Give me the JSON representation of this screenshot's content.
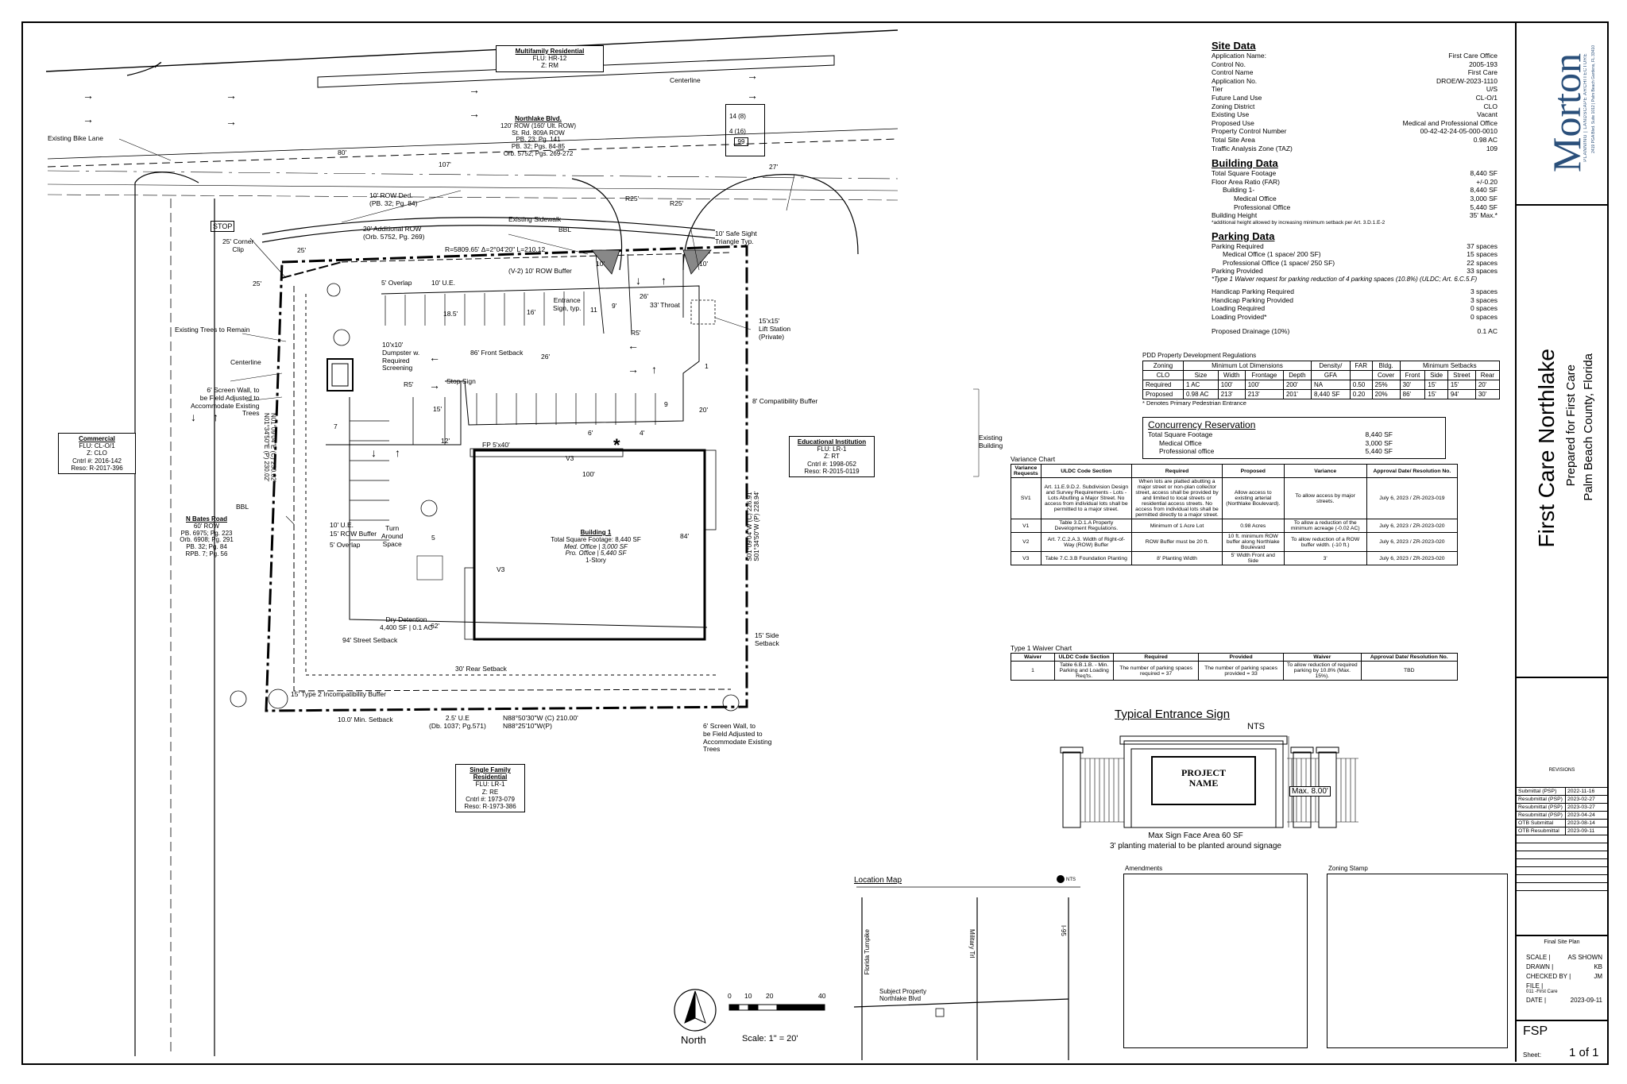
{
  "site_plan": {
    "labels": {
      "multifamily": {
        "title": "Multifamily Residential",
        "lines": [
          "FLU: HR-12",
          "Z: RM"
        ]
      },
      "northlake": {
        "title": "Northlake Blvd.",
        "lines": [
          "120' ROW (160' Ult. ROW)",
          "St. Rd. 809A ROW",
          "PB. 23; Pg. 141",
          "PB. 32; Pgs. 84-85",
          "Orb. 5752; Pgs. 269-272"
        ]
      },
      "centerline": "Centerline",
      "centerline2": "Centerline",
      "existing_bike_lane": "Existing Bike Lane",
      "dim_80": "80'",
      "dim_107": "107'",
      "dim_27": "27'",
      "r25a": "R25'",
      "r25b": "R25'",
      "row_ded": "10' ROW Ded.\n(PB. 32; Pg. 84)",
      "add_row": "20' Additional ROW\n(Orb. 5752, Pg. 269)",
      "existing_sidewalk": "Existing Sidewalk",
      "bbl": "BBL",
      "bbl2": "BBL",
      "safe_sight": "10' Safe Sight\nTriangle Typ.",
      "stop": "STOP",
      "corner_clip": "25' Corner\nClip",
      "dim_25a": "25'",
      "dim_25b": "25'",
      "curve": "R=5809.65' Δ=2°04'20\" L=210.12",
      "dim_10a": "10'",
      "dim_10b": "10'",
      "overlap": "5' Overlap",
      "ue10": "10' U.E.",
      "row_buffer": "(V-2) 10' ROW Buffer",
      "entrance_sign": "Entrance\nSign, typ.",
      "dim_26": "26'",
      "dim_9": "9'",
      "throat": "33' Throat",
      "lift_station": "15'x15'\nLift Station\n(Private)",
      "r5": "R5'",
      "existing_trees": "Existing Trees to Remain",
      "dumpster": "10'x10'\nDumpster w.\nRequired\nScreening",
      "front_setback": "86' Front Setback",
      "dim_18a": "18.5'",
      "dim_16": "16'",
      "n11": "11",
      "n1": "1",
      "n9": "9",
      "n7": "7",
      "n5": "5",
      "screen_wall1": "6' Screen Wall, to\nbe Field Adjusted to\nAccommodate Existing\nTrees",
      "r5b": "R5'",
      "stop_sign": "Stop Sign",
      "dim_15": "15'",
      "dim_12": "12'",
      "dim_20": "20'",
      "compat_buffer": "8' Compatibility Buffer",
      "ped_entrance": "*",
      "fp1": "FP 5'x40'",
      "v3a": "V3",
      "v3b": "V3",
      "dim_100": "100'",
      "dim_84": "84'",
      "dim_6": "6'",
      "dim_4": "4'",
      "building": {
        "title": "Building 1",
        "lines": [
          "Total Square Footage: 8,440 SF",
          "Med. Office | 3,000 SF",
          "Pro. Office | 5,440 SF",
          "1-Story"
        ]
      },
      "bearing_left": "N01°09'04\"E (C) 230.02'\nN01°34'50\"E (P) 230.02'",
      "bearing_right": "S01°09'04\"W (C) 226.91'\nS01°34'50\"W (P) 228.94'",
      "commercial": {
        "title": "Commercial",
        "lines": [
          "FLU: CL-O/1",
          "Z: CLO",
          "Cntrl #: 2016-142",
          "Reso: R-2017-396"
        ]
      },
      "educational": {
        "title": "Educational Institution",
        "lines": [
          "FLU: LR-1",
          "Z: RT",
          "Cntrl #: 1998-052",
          "Reso: R-2015-0119"
        ]
      },
      "bates": {
        "title": "N Bates Road",
        "lines": [
          "60' ROW",
          "PB. 6975; Pg. 223",
          "Orb. 6908; Pg. 291",
          "PB. 32; Pg. 84",
          "RPB. 7; Pg. 56"
        ]
      },
      "ue10b": "10' U.E.",
      "row15": "15' ROW Buffer",
      "overlap2": "5' Overlap",
      "turn_around": "Turn\nAround\nSpace",
      "dry_detention": "Dry Detention\n4,400 SF | 0.1 AC",
      "dim_62": "62'",
      "street_setback": "94' Street Setback",
      "side_setback": "15' Side\nSetback",
      "rear_setback": "30' Rear Setback",
      "type2_buffer": "15' Type 2 Incompatibility Buffer",
      "min_setback": "10.0' Min. Setback",
      "ue25": "2.5' U.E\n(Db. 1037; Pg.571)",
      "bearing_bottom": "N88°50'30\"W (C) 210.00'\nN88°25'10\"W(P)",
      "screen_wall2": "6' Screen Wall, to\nbe Field Adjusted to\nAccommodate Existing\nTrees",
      "single_family": {
        "title": "Single Family\nResidential",
        "lines": [
          "FLU: LR-1",
          "Z: RE",
          "Cntrl #: 1973-079",
          "Reso: R-1973-386"
        ]
      },
      "existing_building": "Existing\nBuilding",
      "lanes": {
        "a": "14 (8)",
        "b": "4 (16)",
        "c": "99"
      },
      "north": "North",
      "scale": "Scale: 1\" = 20'",
      "scale_ticks": [
        "0",
        "10",
        "20",
        "40"
      ]
    }
  },
  "site_data": {
    "title": "Site Data",
    "rows": [
      [
        "Application Name:",
        "First Care Office"
      ],
      [
        "Control No.",
        "2005-193"
      ],
      [
        "Control Name",
        "First Care"
      ],
      [
        "Application No.",
        "DROE/W-2023-1110"
      ],
      [
        "Tier",
        "U/S"
      ],
      [
        "Future Land Use",
        "CL-O/1"
      ],
      [
        "Zoning District",
        "CLO"
      ],
      [
        "Existing Use",
        "Vacant"
      ],
      [
        "Proposed Use",
        "Medical and Professional Office"
      ],
      [
        "Property Control Number",
        "00-42-42-24-05-000-0010"
      ],
      [
        "Total Site Area",
        "0.98 AC"
      ],
      [
        "Traffic Analysis Zone (TAZ)",
        "109"
      ]
    ]
  },
  "building_data": {
    "title": "Building Data",
    "rows": [
      [
        "Total Square Footage",
        "8,440 SF",
        0
      ],
      [
        "Floor Area Ratio (FAR)",
        "+/-0.20",
        0
      ],
      [
        "Building 1-",
        "8,440 SF",
        1
      ],
      [
        "Medical Office",
        "3,000 SF",
        2
      ],
      [
        "Professional Office",
        "5,440 SF",
        2
      ],
      [
        "Building Height",
        "35' Max.*",
        0
      ]
    ],
    "note": "*additional height allowed by increasing minimum setback per Art. 3.D.1.E-2"
  },
  "parking_data": {
    "title": "Parking Data",
    "rows": [
      [
        "Parking Required",
        "37 spaces",
        0
      ],
      [
        "Medical Office (1 space/ 200 SF)",
        "15 spaces",
        1
      ],
      [
        "Professional Office (1 space/ 250 SF)",
        "22 spaces",
        1
      ],
      [
        "Parking Provided",
        "33 spaces",
        0
      ]
    ],
    "waiver": "*Type 1 Waiver request for parking reduction of 4 parking spaces (10.8%) (ULDC; Art. 6.C.5.F)",
    "rows2": [
      [
        "Handicap Parking Required",
        "3 spaces"
      ],
      [
        "Handicap Parking Provided",
        "3 spaces"
      ],
      [
        "Loading Required",
        "0 spaces"
      ],
      [
        "Loading Provided*",
        "0 spaces"
      ]
    ],
    "drainage": [
      "Proposed Drainage (10%)",
      "0.1 AC"
    ]
  },
  "pdd": {
    "title": "PDD Property Development Regulations",
    "h1": [
      "Zoning",
      "Minimum Lot Dimensions",
      "Density/",
      "FAR",
      "Bldg.",
      "Minimum Setbacks"
    ],
    "h2": [
      "CLO",
      "Size",
      "Width",
      "Frontage",
      "Depth",
      "GFA",
      "",
      "Cover",
      "Front",
      "Side",
      "Street",
      "Rear"
    ],
    "rows": [
      [
        "Required",
        "1 AC",
        "100'",
        "100'",
        "200'",
        "NA",
        "0.50",
        "25%",
        "30'",
        "15'",
        "15'",
        "20'"
      ],
      [
        "Proposed",
        "0.98 AC",
        "213'",
        "213'",
        "201'",
        "8,440 SF",
        "0.20",
        "20%",
        "86'",
        "15'",
        "94'",
        "30'"
      ]
    ],
    "note": "* Denotes Primary Pedestrian Entrance"
  },
  "concurrency": {
    "title": "Concurrency Reservation",
    "rows": [
      [
        "Total Square Footage",
        "8,440 SF",
        0
      ],
      [
        "Medical Office",
        "3,000 SF",
        1
      ],
      [
        "Professional office",
        "5,440 SF",
        1
      ]
    ]
  },
  "variance": {
    "title": "Variance Chart",
    "headers": [
      "Variance Requests",
      "ULDC Code Section",
      "Required",
      "Proposed",
      "Variance",
      "Approval Date/ Resolution No."
    ],
    "rows": [
      [
        "SV1",
        "Art. 11.E.9.D.2. Subdivision Design and Survey Requirements - Lots - Lots Abutting a Major Street. No access from individual lots shall be permitted to a major street.",
        "When lots are platted abutting a major street or non-plan collector street, access shall be provided by and limited to local streets or residential access streets. No access from individual lots shall be permitted directly to a major street.",
        "Allow access to existing arterial (Northlake Boulevard).",
        "To allow access by major streets.",
        "July 6, 2023 / ZR-2023-019"
      ],
      [
        "V1",
        "Table 3.D.1.A Property Development Regulations.",
        "Minimum of 1 Acre Lot",
        "0.98 Acres",
        "To allow a reduction of the minimum acreage (-0.02 AC)",
        "July 6, 2023 / ZR-2023-020"
      ],
      [
        "V2",
        "Art. 7.C.2.A.3. Width of Right-of-Way (ROW) Buffer",
        "ROW Buffer must be 20 ft.",
        "10 ft. minimum ROW buffer along Northlake Boulevard",
        "To allow reduction of a ROW buffer width. (-10 ft.)",
        "July 6, 2023 / ZR-2023-020"
      ],
      [
        "V3",
        "Table 7.C.3.B Foundation Planting",
        "8' Planting Width",
        "5' Width Front and Side",
        "3'",
        "July 6, 2023 / ZR-2023-020"
      ]
    ]
  },
  "waiver": {
    "title": "Type 1 Waiver Chart",
    "headers": [
      "Waiver",
      "ULDC Code Section",
      "Required",
      "Provided",
      "Waiver",
      "Approval Date/ Resolution No."
    ],
    "rows": [
      [
        "1",
        "Table 6.B.1.B. - Min. Parking and Loading Req'ts.",
        "The number of parking spaces required = 37",
        "The number of parking spaces provided = 33",
        "To allow reduction of required parking by 10.8% (Max. 15%).",
        "TBD"
      ]
    ]
  },
  "sign": {
    "title": "Typical Entrance Sign",
    "nts": "NTS",
    "name": "PROJECT\nNAME",
    "max_height": "Max. 8.00'",
    "caption1": "Max Sign Face Area 60 SF",
    "caption2": "3' planting material to be planted around signage"
  },
  "location_map": {
    "title": "Location Map",
    "nts": "NTS",
    "turnpike": "Florida Turnpike",
    "military": "Military Trl",
    "i95": "I-95",
    "subject": "Subject Property\nNorthlake Blvd"
  },
  "amendments": "Amendments",
  "zoning_stamp": "Zoning Stamp",
  "title_block": {
    "firm": "Morton",
    "firm_sub": "PLANNING | LANDSCAPE ARCHITECTURE",
    "firm_addr": "2419 PGA Blvd. Suite 1012 | Palm Beach Gardens, FL 33410",
    "project": "First Care Northlake",
    "prepared": "Prepared for First Care",
    "county": "Palm Beach County, Florida",
    "revisions_title": "REVISIONS",
    "revisions": [
      [
        "Submittal (PSP)",
        "2022-11-16"
      ],
      [
        "Resubmittal (PSP)",
        "2023-02-27"
      ],
      [
        "Resubmittal (PSP)",
        "2023-03-27"
      ],
      [
        "Resubmittal (PSP)",
        "2023-04-24"
      ],
      [
        "OTB Submittal",
        "2023-08-14"
      ],
      [
        "OTB Resubmittal",
        "2023-09-11"
      ]
    ],
    "sheet_title": "Final Site Plan",
    "scale_label": "SCALE |",
    "scale_value": "AS SHOWN",
    "drawn_label": "DRAWN |",
    "drawn_value": "KB",
    "checked_label": "CHECKED BY |",
    "checked_value": "JM",
    "file_label": "FILE |",
    "file_value": "011 -First Care",
    "date_label": "DATE |",
    "date_value": "2023-09-11",
    "sheet_code": "FSP",
    "sheet_label": "Sheet:",
    "sheet_number": "1 of 1"
  }
}
